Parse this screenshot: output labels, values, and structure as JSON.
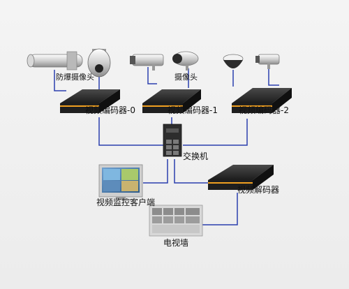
{
  "labels": {
    "explosion_proof_camera": "防爆摄像头",
    "camera": "摄像头",
    "encoder_0": "视频编码器-0",
    "encoder_1": "视频编码器-1",
    "encoder_2": "视频编码器-2",
    "switch": "交换机",
    "monitor_client": "视频监控客户端",
    "decoder": "视频解码器",
    "video_wall": "电视墙"
  },
  "colors": {
    "link": "#2a3fae",
    "device_body": "#2b2b2b",
    "device_accent": "#f0a020"
  }
}
